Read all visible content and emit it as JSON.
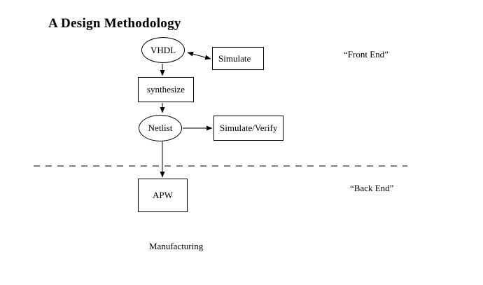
{
  "diagram": {
    "title": "A Design Methodology",
    "nodes": {
      "vhdl": {
        "label": "VHDL",
        "shape": "ellipse"
      },
      "simulate": {
        "label": "Simulate",
        "shape": "rect"
      },
      "synthesize": {
        "label": "synthesize",
        "shape": "rect"
      },
      "netlist": {
        "label": "Netlist",
        "shape": "ellipse"
      },
      "simulate_verify": {
        "label": "Simulate/Verify",
        "shape": "rect"
      },
      "apw": {
        "label": "APW",
        "shape": "rect"
      }
    },
    "annotations": {
      "front_end": "“Front End”",
      "back_end": "“Back End”",
      "manufacturing": "Manufacturing"
    },
    "edges": [
      "VHDL <-> Simulate",
      "VHDL -> synthesize",
      "synthesize -> Netlist",
      "Netlist -> Simulate/Verify",
      "Netlist -> APW (crosses dashed divider)"
    ],
    "colors": {
      "line": "#000000",
      "background": "#ffffff",
      "text": "#000000"
    }
  }
}
